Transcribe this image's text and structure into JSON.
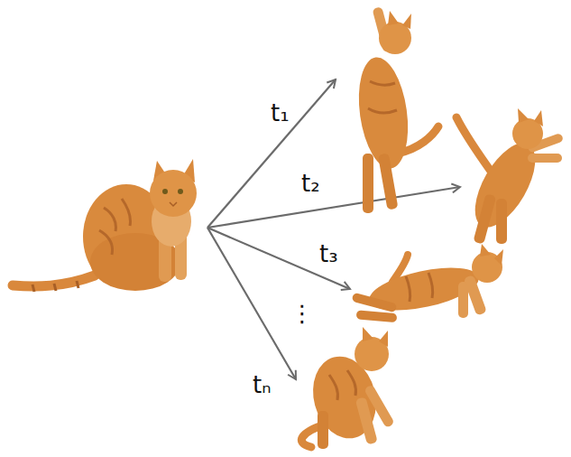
{
  "diagram": {
    "labels": [
      "t₁",
      "t₂",
      "t₃",
      "⋮",
      "tₙ"
    ]
  }
}
